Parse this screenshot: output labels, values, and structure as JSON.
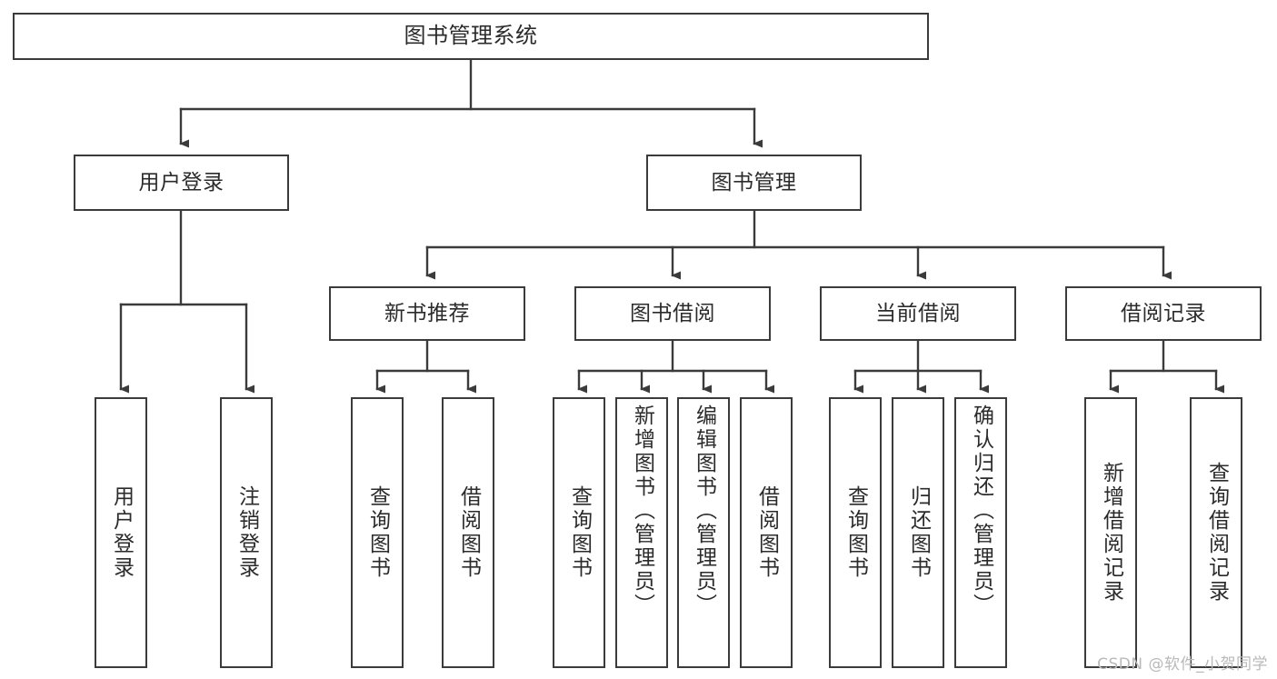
{
  "diagram": {
    "title": "图书管理系统",
    "type": "functional-structure-tree",
    "stroke_color": "#3b3b3b",
    "text_color": "#2b2b2b",
    "background_color": "#ffffff",
    "root": {
      "id": "root",
      "label": "图书管理系统"
    },
    "level1": [
      {
        "id": "user-login",
        "label": "用户登录"
      },
      {
        "id": "book-management",
        "label": "图书管理"
      }
    ],
    "level2": [
      {
        "id": "new-book-recommend",
        "label": "新书推荐",
        "parent": "book-management"
      },
      {
        "id": "book-borrow",
        "label": "图书借阅",
        "parent": "book-management"
      },
      {
        "id": "current-borrow",
        "label": "当前借阅",
        "parent": "book-management"
      },
      {
        "id": "borrow-record",
        "label": "借阅记录",
        "parent": "book-management"
      }
    ],
    "leaves": [
      {
        "id": "leaf-user-login",
        "label": "用户登录",
        "parent": "user-login"
      },
      {
        "id": "leaf-logout-login",
        "label": "注销登录",
        "parent": "user-login"
      },
      {
        "id": "leaf-query-book-1",
        "label": "查询图书",
        "parent": "new-book-recommend"
      },
      {
        "id": "leaf-borrow-book-1",
        "label": "借阅图书",
        "parent": "new-book-recommend"
      },
      {
        "id": "leaf-query-book-2",
        "label": "查询图书",
        "parent": "book-borrow"
      },
      {
        "id": "leaf-add-book",
        "label": "新增图书（管理员）",
        "parent": "book-borrow"
      },
      {
        "id": "leaf-edit-book",
        "label": "编辑图书（管理员）",
        "parent": "book-borrow"
      },
      {
        "id": "leaf-borrow-book-2",
        "label": "借阅图书",
        "parent": "book-borrow"
      },
      {
        "id": "leaf-query-book-3",
        "label": "查询图书",
        "parent": "current-borrow"
      },
      {
        "id": "leaf-return-book",
        "label": "归还图书",
        "parent": "current-borrow"
      },
      {
        "id": "leaf-confirm-return",
        "label": "确认归还（管理员）",
        "parent": "current-borrow"
      },
      {
        "id": "leaf-add-record",
        "label": "新增借阅记录",
        "parent": "borrow-record"
      },
      {
        "id": "leaf-query-record",
        "label": "查询借阅记录",
        "parent": "borrow-record"
      }
    ]
  },
  "watermark": {
    "text": "CSDN @软件_小贺同学"
  }
}
